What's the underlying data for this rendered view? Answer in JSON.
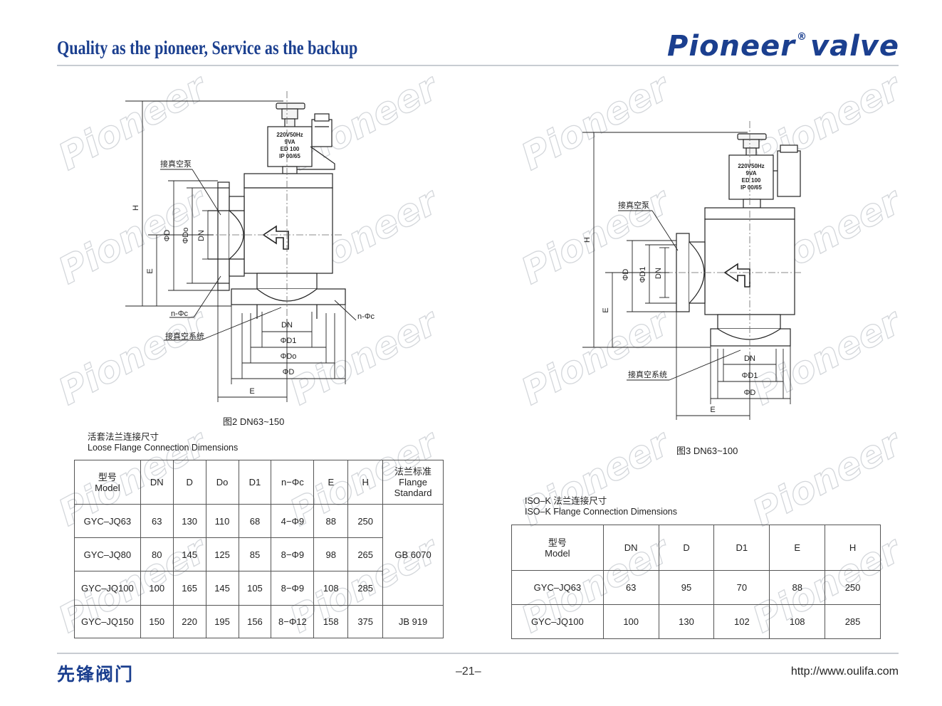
{
  "header": {
    "slogan": "Quality as the pioneer,  Service as the backup",
    "brand_name": "Pioneer",
    "brand_reg": "®",
    "brand_suffix": "valve"
  },
  "watermark": "Pioneer",
  "figure2": {
    "caption": "图2  DN63~150",
    "solenoid_label": [
      "220V50Hz",
      "9VA",
      "ED 100",
      "IP 00/65"
    ],
    "labels": {
      "vacuum_pump": "接真空泵",
      "vacuum_system": "接真空系统",
      "nphi_c": "n-Φc",
      "H": "H",
      "E": "E",
      "phiD": "ΦD",
      "phiDo": "ΦDo",
      "DN": "DN",
      "phiD1": "ΦD1"
    }
  },
  "figure3": {
    "caption": "图3  DN63~100",
    "solenoid_label": [
      "220V50Hz",
      "9VA",
      "ED 100",
      "IP 00/65"
    ],
    "labels": {
      "vacuum_pump": "接真空泵",
      "vacuum_system": "接真空系统",
      "H": "H",
      "E": "E",
      "phiD": "ΦD",
      "phiD1": "ΦD1",
      "DN": "DN"
    }
  },
  "loose_flange_table": {
    "title_cn": "活套法兰连接尺寸",
    "title_en": "Loose Flange Connection Dimensions",
    "headers": {
      "model_cn": "型号",
      "model_en": "Model",
      "DN": "DN",
      "D": "D",
      "Do": "Do",
      "D1": "D1",
      "nphic": "n−Φc",
      "E": "E",
      "H": "H",
      "std_cn": "法兰标准",
      "std_en1": "Flange",
      "std_en2": "Standard"
    },
    "rows": [
      {
        "model": "GYC–JQ63",
        "DN": "63",
        "D": "130",
        "Do": "110",
        "D1": "68",
        "nphic": "4−Φ9",
        "E": "88",
        "H": "250"
      },
      {
        "model": "GYC–JQ80",
        "DN": "80",
        "D": "145",
        "Do": "125",
        "D1": "85",
        "nphic": "8−Φ9",
        "E": "98",
        "H": "265"
      },
      {
        "model": "GYC–JQ100",
        "DN": "100",
        "D": "165",
        "Do": "145",
        "D1": "105",
        "nphic": "8−Φ9",
        "E": "108",
        "H": "285"
      },
      {
        "model": "GYC–JQ150",
        "DN": "150",
        "D": "220",
        "Do": "195",
        "D1": "156",
        "nphic": "8−Φ12",
        "E": "158",
        "H": "375"
      }
    ],
    "standards": {
      "gb": "GB 6070",
      "jb": "JB 919"
    }
  },
  "isok_table": {
    "title_cn": "ISO–K 法兰连接尺寸",
    "title_en": "ISO–K Flange Connection Dimensions",
    "headers": {
      "model_cn": "型号",
      "model_en": "Model",
      "DN": "DN",
      "D": "D",
      "D1": "D1",
      "E": "E",
      "H": "H"
    },
    "rows": [
      {
        "model": "GYC–JQ63",
        "DN": "63",
        "D": "95",
        "D1": "70",
        "E": "88",
        "H": "250"
      },
      {
        "model": "GYC–JQ100",
        "DN": "100",
        "D": "130",
        "D1": "102",
        "E": "108",
        "H": "285"
      }
    ]
  },
  "footer": {
    "cn_brand": "先锋阀门",
    "page_number": "–21–",
    "website": "http://www.oulifa.com"
  }
}
